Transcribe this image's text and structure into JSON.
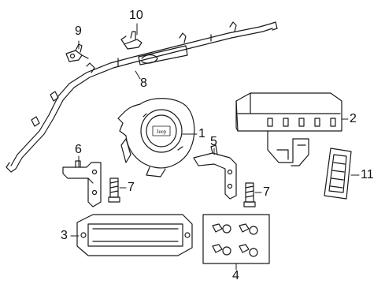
{
  "diagram": {
    "callouts": [
      {
        "id": "callout-1",
        "label": "1"
      },
      {
        "id": "callout-2",
        "label": "2"
      },
      {
        "id": "callout-3",
        "label": "3"
      },
      {
        "id": "callout-4",
        "label": "4"
      },
      {
        "id": "callout-5",
        "label": "5"
      },
      {
        "id": "callout-6",
        "label": "6"
      },
      {
        "id": "callout-7a",
        "label": "7"
      },
      {
        "id": "callout-7b",
        "label": "7"
      },
      {
        "id": "callout-8",
        "label": "8"
      },
      {
        "id": "callout-9",
        "label": "9"
      },
      {
        "id": "callout-10",
        "label": "10"
      },
      {
        "id": "callout-11",
        "label": "11"
      }
    ],
    "logo_text": "Jeep",
    "line_color": "#1a1a1a"
  }
}
